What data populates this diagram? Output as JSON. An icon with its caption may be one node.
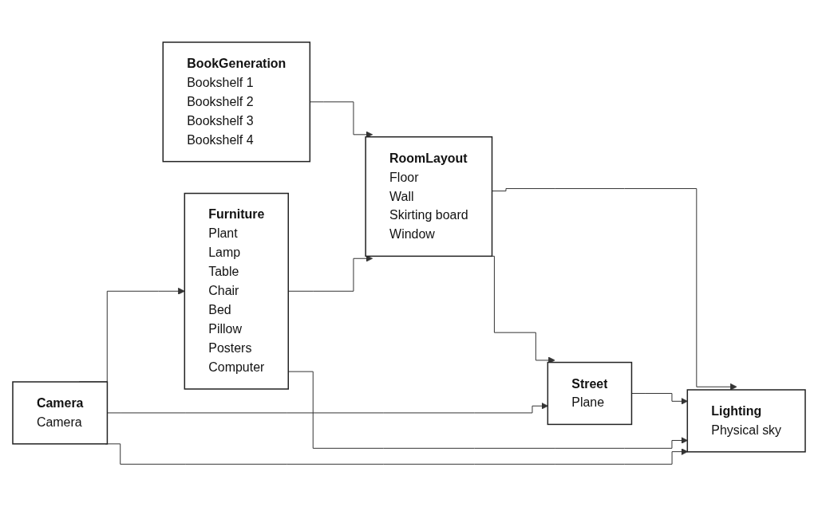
{
  "diagram": {
    "nodes": [
      {
        "text": [
          "BookGeneration",
          "Bookshelf 1",
          "Bookshelf 2",
          "Bookshelf 3",
          "Bookshelf 4"
        ]
      },
      {
        "text": [
          "RoomLayout",
          "Floor",
          "Wall",
          "Skirting board",
          "Window"
        ]
      },
      {
        "text": [
          "Street",
          "Plane"
        ]
      },
      {
        "text": [
          "Lighting",
          "Physical sky"
        ]
      },
      {
        "text": [
          "Furniture",
          "Plant",
          "Lamp",
          "Table",
          "Chair",
          "Bed",
          "Pillow",
          "Posters",
          "Computer"
        ]
      },
      {
        "text": [
          "Camera",
          "Camera"
        ]
      }
    ],
    "edges": [
      {
        "from": 0,
        "to": 1,
        "arrow": "to"
      },
      {
        "from": 1,
        "to": 2,
        "arrow": "to"
      },
      {
        "from": 1,
        "to": 3,
        "arrow": "to"
      },
      {
        "from": 4,
        "to": 1,
        "arrow": "to"
      },
      {
        "from": 2,
        "to": 3,
        "arrow": "to"
      },
      {
        "from": 4,
        "to": 3,
        "arrow": "to"
      },
      {
        "from": 5,
        "to": 3,
        "arrow": "to"
      },
      {
        "from": 5,
        "to": 4,
        "arrow": "to"
      },
      {
        "from": 5,
        "to": 2,
        "arrow": "to"
      }
    ]
  }
}
